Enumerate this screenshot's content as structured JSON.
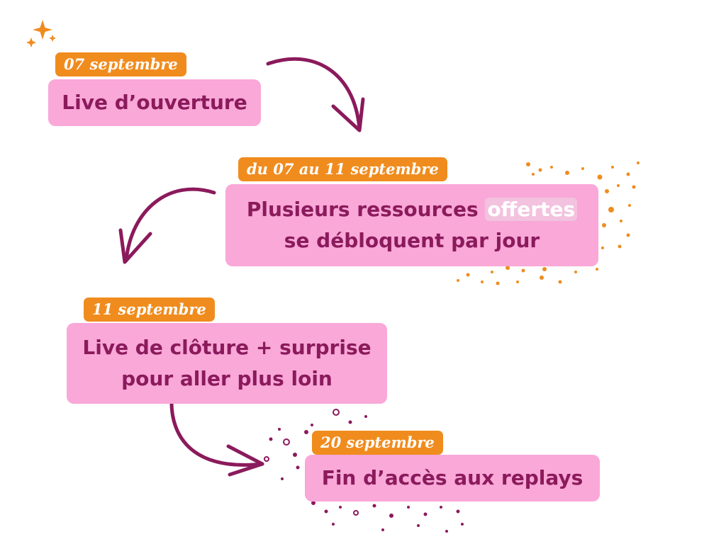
{
  "colors": {
    "tag_bg": "#f08c1e",
    "tag_text": "#ffffff",
    "box_bg": "#f9a8d8",
    "box_text": "#8b1a5c",
    "arrow": "#8b1a5c",
    "sparkle": "#f08c1e"
  },
  "icons": [
    "sparkle-icon",
    "curved-arrow-icon"
  ],
  "steps": [
    {
      "date": "07 septembre",
      "lines": [
        "Live d’ouverture"
      ]
    },
    {
      "date": "du 07 au 11 septembre",
      "line1_before": "Plusieurs ressources ",
      "line1_highlight": "offertes",
      "line2": "se débloquent par jour"
    },
    {
      "date": "11 septembre",
      "lines": [
        "Live de clôture + surprise",
        "pour aller plus loin"
      ]
    },
    {
      "date": "20 septembre",
      "lines": [
        "Fin d’accès aux replays"
      ]
    }
  ]
}
